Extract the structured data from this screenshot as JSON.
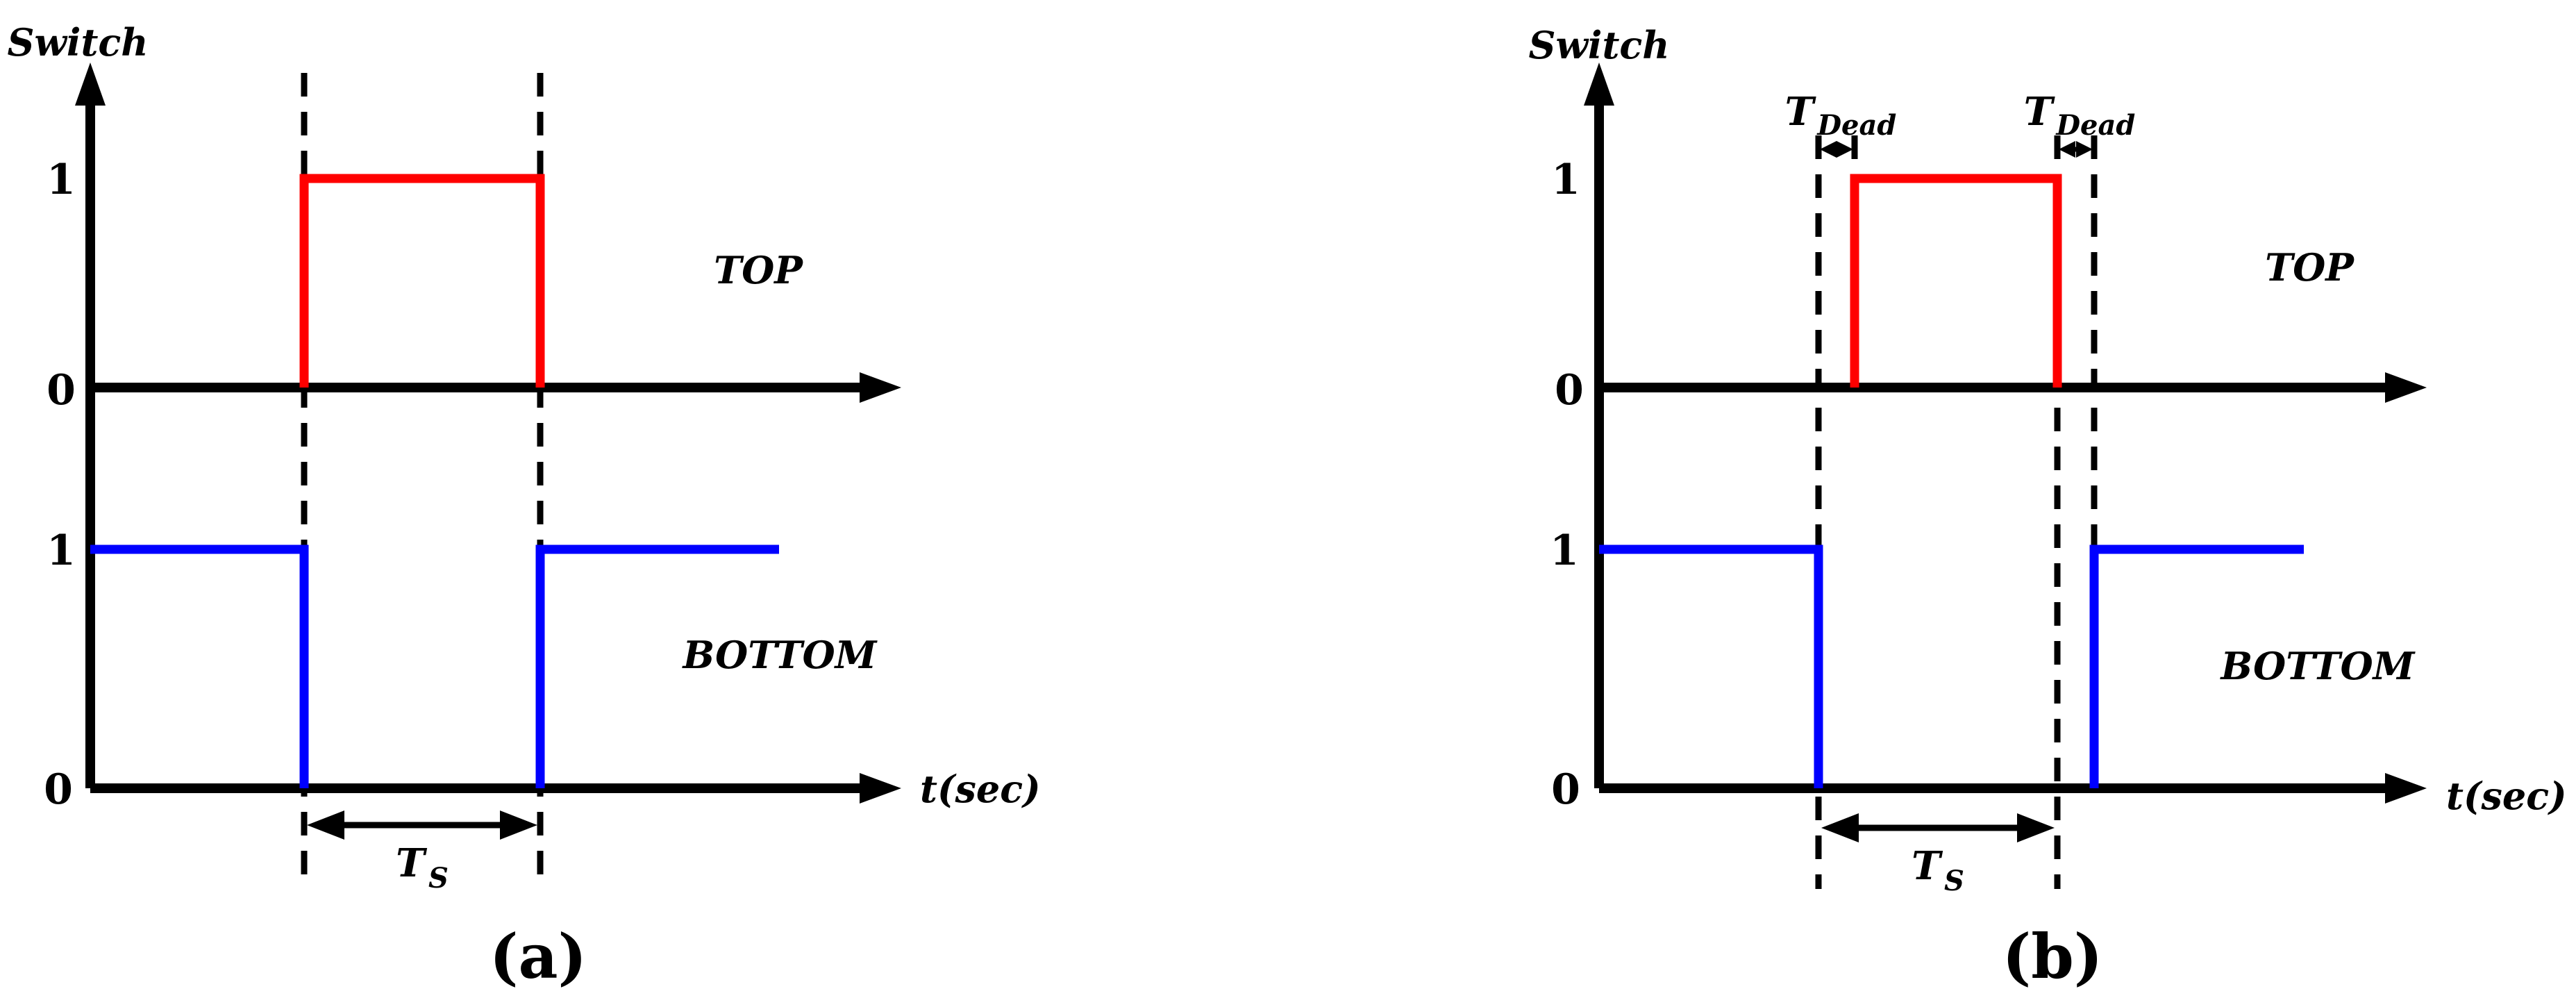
{
  "figure": {
    "background": "#ffffff",
    "colors": {
      "top_switch": "#ff0000",
      "bottom_switch": "#0000ff",
      "axis": "#000000"
    },
    "diagrams": [
      {
        "caption": "(a)",
        "y_axis_label": "Switch",
        "x_axis_label": "t(sec)",
        "top": {
          "label": "TOP",
          "tick_one": "1",
          "tick_zero": "0"
        },
        "bottom": {
          "label": "BOTTOM",
          "tick_one": "1",
          "tick_zero": "0"
        },
        "period": {
          "main": "T",
          "sub": "S"
        }
      },
      {
        "caption": "(b)",
        "y_axis_label": "Switch",
        "x_axis_label": "t(sec)",
        "top": {
          "label": "TOP",
          "tick_one": "1",
          "tick_zero": "0"
        },
        "bottom": {
          "label": "BOTTOM",
          "tick_one": "1",
          "tick_zero": "0"
        },
        "period": {
          "main": "T",
          "sub": "S"
        },
        "dead_time_left": {
          "main": "T",
          "sub": "Dead"
        },
        "dead_time_right": {
          "main": "T",
          "sub": "Dead"
        }
      }
    ],
    "chart_data": [
      {
        "type": "line",
        "title": "(a) complementary switch gating signals without dead time",
        "xlabel": "t(sec)",
        "ylabel": "Switch",
        "ylim": [
          0,
          1
        ],
        "series": [
          {
            "name": "TOP",
            "color": "#ff0000",
            "t": [
              0,
              "t1",
              "t1",
              "t2",
              "t2",
              "t_end"
            ],
            "level": [
              0,
              0,
              1,
              1,
              0,
              0
            ]
          },
          {
            "name": "BOTTOM",
            "color": "#0000ff",
            "t": [
              0,
              "t1",
              "t1",
              "t2",
              "t2",
              "t_end"
            ],
            "level": [
              1,
              1,
              0,
              0,
              1,
              1
            ]
          }
        ],
        "annotations": [
          "T_S spans t1 to t2 between dashed guides"
        ]
      },
      {
        "type": "line",
        "title": "(b) complementary switch gating signals with dead time",
        "xlabel": "t(sec)",
        "ylabel": "Switch",
        "ylim": [
          0,
          1
        ],
        "series": [
          {
            "name": "TOP",
            "color": "#ff0000",
            "t": [
              0,
              "t1+Tdead",
              "t1+Tdead",
              "t2",
              "t2",
              "t_end"
            ],
            "level": [
              0,
              0,
              1,
              1,
              0,
              0
            ]
          },
          {
            "name": "BOTTOM",
            "color": "#0000ff",
            "t": [
              0,
              "t1",
              "t1",
              "t2+Tdead",
              "t2+Tdead",
              "t_end"
            ],
            "level": [
              1,
              1,
              0,
              0,
              1,
              1
            ]
          }
        ],
        "annotations": [
          "T_Dead between t1 and t1+Tdead",
          "T_Dead between t2 and t2+Tdead",
          "T_S spans t1 to t2 between dashed guides"
        ]
      }
    ]
  }
}
